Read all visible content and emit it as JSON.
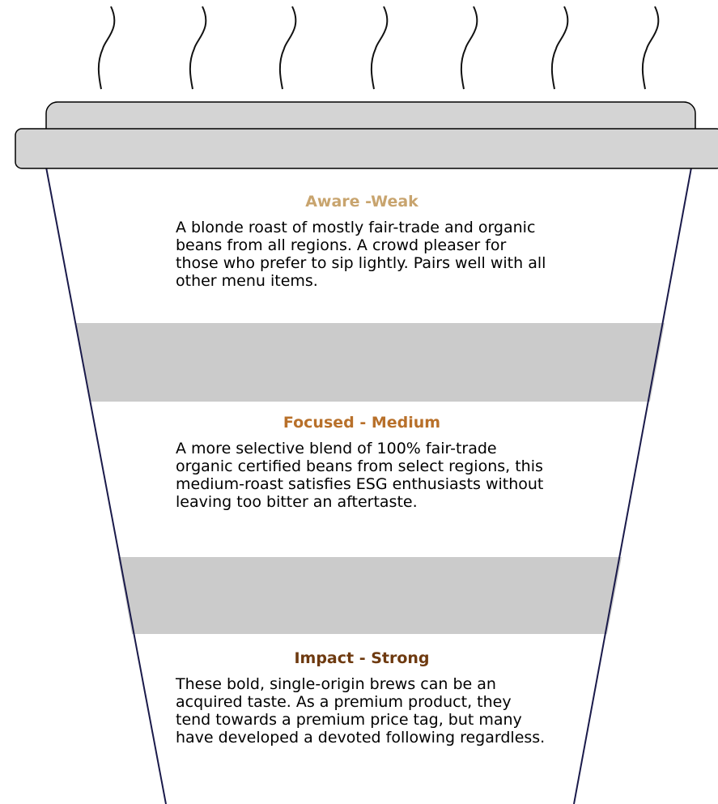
{
  "colors": {
    "cup_outline": "#1a1a4a",
    "lid_fill": "#d4d4d4",
    "band_fill": "#cbcbcb",
    "steam": "#111111"
  },
  "tiers": [
    {
      "title": "Aware -Weak",
      "color": "#c8a46e",
      "text": "A blonde roast of mostly fair-trade and organic beans from all regions. A crowd pleaser for those who prefer to sip lightly. Pairs well with all other menu items."
    },
    {
      "title": "Focused - Medium",
      "color": "#b8702a",
      "text": "A more selective blend of 100% fair-trade organic certified beans from select regions, this medium-roast satisfies ESG enthusiasts without leaving too bitter an aftertaste."
    },
    {
      "title": "Impact - Strong",
      "color": "#6e3a10",
      "text": "These bold, single-origin brews can be an acquired taste. As a premium product, they tend towards a premium price tag, but many have developed a devoted following regardless."
    }
  ]
}
